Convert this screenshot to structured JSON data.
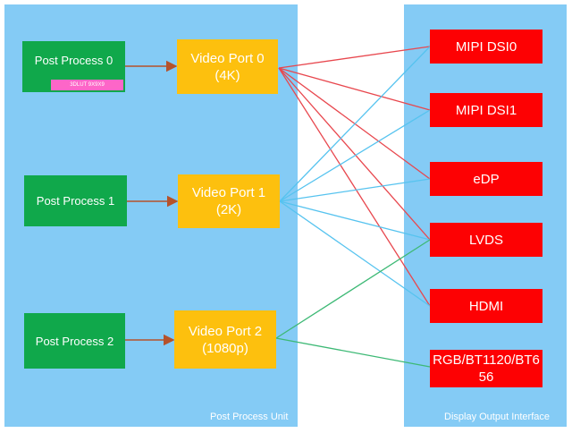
{
  "panels": {
    "left_label": "Post Process Unit",
    "right_label": "Display Output Interface"
  },
  "post_process": [
    {
      "label": "Post Process 0",
      "badge": "3DLUT 9X9X9"
    },
    {
      "label": "Post Process 1"
    },
    {
      "label": "Post Process 2"
    }
  ],
  "video_ports": [
    {
      "line1": "Video Port 0",
      "line2": "(4K)"
    },
    {
      "line1": "Video Port 1",
      "line2": "(2K)"
    },
    {
      "line1": "Video Port 2",
      "line2": "(1080p)"
    }
  ],
  "outputs": [
    {
      "label": "MIPI DSI0"
    },
    {
      "label": "MIPI DSI1"
    },
    {
      "label": "eDP"
    },
    {
      "label": "LVDS"
    },
    {
      "label": "HDMI"
    },
    {
      "label": "RGB/BT1120/BT656"
    }
  ],
  "colors": {
    "panel": "#84cbf5",
    "post_process": "#10a84b",
    "video_port": "#fdc00e",
    "output": "#fd0103",
    "badge": "#fd66c8",
    "arrow": "#b5522b",
    "vp0_link": "#e8474e",
    "vp1_link": "#56c3ef",
    "vp2_link": "#3db975"
  },
  "connections": [
    {
      "from": 0,
      "to": [
        0,
        1,
        2,
        3,
        4
      ]
    },
    {
      "from": 1,
      "to": [
        0,
        1,
        2,
        3,
        4
      ]
    },
    {
      "from": 2,
      "to": [
        3,
        5
      ]
    }
  ]
}
